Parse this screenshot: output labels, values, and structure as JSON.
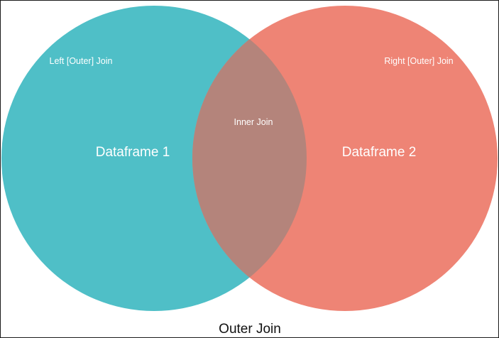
{
  "diagram": {
    "sets": [
      {
        "name": "Dataframe 1",
        "region_label": "Left [Outer] Join",
        "color": "#4fbfc7"
      },
      {
        "name": "Dataframe 2",
        "region_label": "Right [Outer] Join",
        "color": "#ee8475"
      }
    ],
    "intersection_label": "Inner Join",
    "intersection_color": "#b4847b",
    "caption": "Outer Join"
  }
}
